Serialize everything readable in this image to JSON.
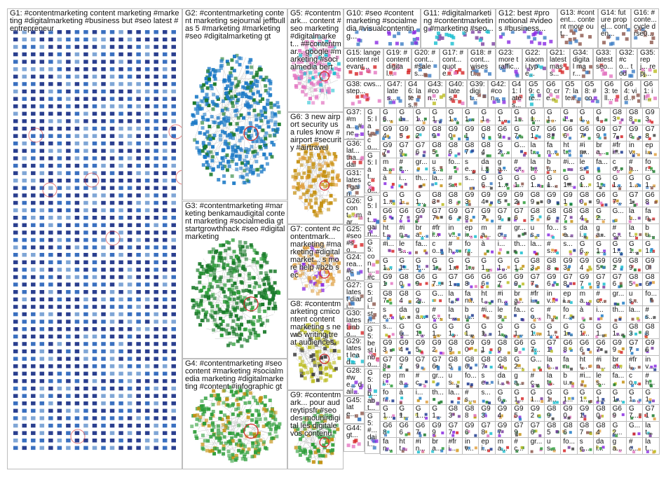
{
  "colors": {
    "border": "#bdbdbd",
    "edge": "#c8c8c8",
    "edge_red": "#d62728",
    "palette": [
      "#1f3b8f",
      "#1e7bc7",
      "#1a7a2a",
      "#2e9e3a",
      "#c69214",
      "#e0a040",
      "#8a2be2",
      "#d62728",
      "#7b3fa0",
      "#3c7dc4",
      "#e377c2",
      "#17becf",
      "#8c564b",
      "#bcbd22",
      "#444444"
    ]
  },
  "big_groups": [
    {
      "id": "G1",
      "label": "G1: #contentmarketing content marketing #marketing #digitalmarketing #business but #seo latest #entrepreneur",
      "hint": "grid",
      "color": 0
    },
    {
      "id": "G2",
      "label": "G2: #contentmarketing content marketing sejournal jeffbullas 5 #marketing #marketing #seo #digitalmarketing gt",
      "hint": "cluster",
      "color": 1
    },
    {
      "id": "G3",
      "label": "G3: #contentmarketing #marketing benkamaudigital content marketing #socialmedia gt startgrowthhack #seo #digitalmarketing",
      "hint": "cluster",
      "color": 2
    },
    {
      "id": "G4",
      "label": "G4: #contentmarketing #seo content #marketing #socialmedia marketing #digitalmarketing #content #infographic gt",
      "hint": "cluster",
      "color": 3
    },
    {
      "id": "G5",
      "label": "G5: #contentmark... content #seo marketing #digitalmarket... ##contentmar... google #marketing #socialmedia bert",
      "hint": "cluster",
      "color": 10
    },
    {
      "id": "G6",
      "label": "G6: 3 new airport security usa rules know #airport #security #airtravel",
      "hint": "cluster",
      "color": 4
    },
    {
      "id": "G7",
      "label": "G7: content #contentmark... marketing #marketing #digitalmarket... s more help #b2b sec",
      "hint": "cluster",
      "color": 5
    },
    {
      "id": "G8",
      "label": "G8: #contentmarketing cmicontent content marketing s new 5 writing treat audiences",
      "hint": "cluster",
      "color": 13
    },
    {
      "id": "G9",
      "label": "G9: #contentmark... pour audreytipsfr #seo des mounirdigital les digitale vos contenu",
      "hint": "cluster",
      "color": 3
    }
  ],
  "top_groups": [
    {
      "id": "G10",
      "label": "G10: #seo #contentmarketing #socialmedia #visualcontenting...",
      "color": 6
    },
    {
      "id": "G11",
      "label": "G11: #digitalmarketing #contentmarketing #marketing #seo...",
      "color": 8
    },
    {
      "id": "G12",
      "label": "G12: best #promotional #videos #business...",
      "color": 6
    },
    {
      "id": "G13",
      "label": "G13: #content... content more out...",
      "color": 9
    },
    {
      "id": "G14",
      "label": "G14: future propel... conten...",
      "color": 9
    },
    {
      "id": "G16",
      "label": "G16: #conte... cycle drse0...",
      "color": 9
    },
    {
      "id": "G15",
      "label": "G15: lange content relevant...",
      "color": 7
    },
    {
      "id": "G19",
      "label": "G19: #content digital...",
      "color": 7
    },
    {
      "id": "G20",
      "label": "G20: #cont... #sales...",
      "color": 9
    },
    {
      "id": "G17",
      "label": "G17: #cont... quote...",
      "color": 7
    },
    {
      "id": "G18",
      "label": "G18: #cont... wisest...",
      "color": 9
    },
    {
      "id": "G23",
      "label": "G23: more traffic...",
      "color": 6
    },
    {
      "id": "G22",
      "label": "G22: xiaomi type...",
      "color": 8
    },
    {
      "id": "G21",
      "label": "G21: latest mass...",
      "color": 7
    },
    {
      "id": "G34",
      "label": "G34: digital mar...",
      "color": 9
    },
    {
      "id": "G33",
      "label": "G33: latest seo...",
      "color": 7
    },
    {
      "id": "G32",
      "label": "G32: #co... toda...",
      "color": 6
    },
    {
      "id": "G35",
      "label": "G35: repj... repj...",
      "color": 10
    },
    {
      "id": "G38",
      "label": "G38: cws... step...",
      "color": 7
    },
    {
      "id": "G47",
      "label": "G47: lates...",
      "color": 6
    },
    {
      "id": "G46",
      "label": "G46: lates...",
      "color": 9
    },
    {
      "id": "G43",
      "label": "G43: #con...",
      "color": 10
    },
    {
      "id": "G40",
      "label": "G40: lates...",
      "color": 7
    },
    {
      "id": "G39",
      "label": "G39: digit...",
      "color": 9
    },
    {
      "id": "G42",
      "label": "G42: #con...",
      "color": 6
    },
    {
      "id": "G41",
      "label": "G41: lates...",
      "color": 7
    },
    {
      "id": "G59",
      "label": "G59: cre...",
      "color": 8
    },
    {
      "id": "G60",
      "label": "G60: cre...",
      "color": 10
    },
    {
      "id": "G57",
      "label": "G57: late...",
      "color": 9
    },
    {
      "id": "G58",
      "label": "G58: #co...",
      "color": 6
    },
    {
      "id": "G63",
      "label": "G63: tell...",
      "color": 7
    },
    {
      "id": "G64",
      "label": "G64: vid...",
      "color": 9
    },
    {
      "id": "G61",
      "label": "G61: il...",
      "color": 10
    }
  ],
  "side_groups": [
    {
      "id": "G37",
      "label": "G37: #ma... #ne... pro...",
      "color": 6
    },
    {
      "id": "G36",
      "label": "G36: lat... tha... dail...",
      "color": 7
    },
    {
      "id": "G31",
      "label": "G31: latest gain...",
      "color": 9
    },
    {
      "id": "G26",
      "label": "G26: cont... mar...",
      "color": 10
    },
    {
      "id": "G25",
      "label": "G25: #seo #so...",
      "color": 7
    },
    {
      "id": "G24",
      "label": "G24: rea... #co...",
      "color": 6
    },
    {
      "id": "G27",
      "label": "G27: latest diari...",
      "color": 9
    },
    {
      "id": "G30",
      "label": "G30: latest inbo...",
      "color": 7
    },
    {
      "id": "G29",
      "label": "G29: latest lead...",
      "color": 8
    },
    {
      "id": "G28",
      "label": "G28: #we... dail...",
      "color": 6
    },
    {
      "id": "G45",
      "label": "G45: late...",
      "color": 9
    },
    {
      "id": "G44",
      "label": "G44: gt...",
      "color": 7
    }
  ],
  "mid_groups": [
    {
      "id": "G5",
      "label": "G5: lat... co...",
      "color": 9
    },
    {
      "id": "G5",
      "label": "G5: lat... co...",
      "color": 7
    },
    {
      "id": "G5",
      "label": "G5: lat... gain...",
      "color": 6
    },
    {
      "id": "G5",
      "label": "G5: cont... #co...",
      "color": 10
    },
    {
      "id": "G5",
      "label": "G5: cli... str...",
      "color": 9
    },
    {
      "id": "G5",
      "label": "G5: best inbo...",
      "color": 7
    },
    {
      "id": "G5",
      "label": "G5: üb... abt...",
      "color": 8
    },
    {
      "id": "G5",
      "label": "G5: #... dail...",
      "color": 6
    }
  ],
  "grid_labels": [
    "G6...",
    "G1...",
    "G1...",
    "G1...",
    "G1...",
    "G1...",
    "G1...",
    "G1...",
    "G1...",
    "G1...",
    "G1...",
    "G1...",
    "G1...",
    "G1...",
    "G83",
    "G88",
    "G93",
    "G94",
    "G95",
    "G92",
    "G89",
    "G90",
    "G91",
    "G80",
    "G69",
    "G7...",
    "G71",
    "G68",
    "G66",
    "G67",
    "G99",
    "G77",
    "G96",
    "G78",
    "G97",
    "G79",
    "G76",
    "G85",
    "G86",
    "G87",
    "G84",
    "G2...",
    "G...",
    "lat...",
    "fan...",
    "htt...",
    "#in...",
    "bra...",
    "#fri...",
    "inv...",
    "epi...",
    "ma...",
    "#c...",
    "gr...",
    "us...",
    "fo...",
    "se...",
    "dai...",
    "ga...",
    "#c...",
    "lat...",
    "bu...",
    "#i...",
    "les...",
    "fa...",
    "co...",
    "#h...",
    "for...",
    "à",
    "i...",
    "th...",
    "la...",
    "#s...",
    "s..."
  ]
}
